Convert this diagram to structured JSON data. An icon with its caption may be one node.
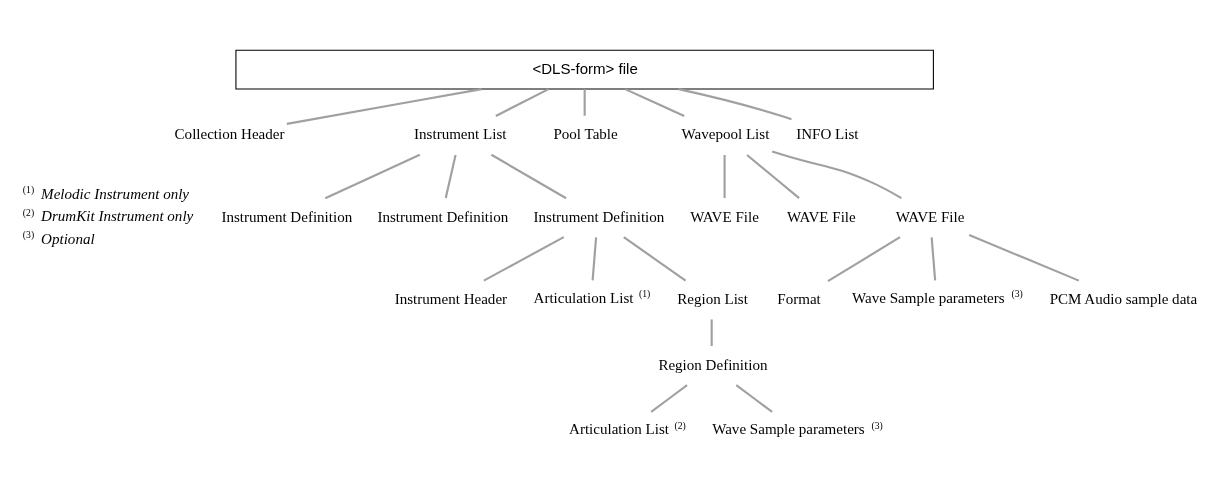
{
  "diagram": {
    "nodes": [
      {
        "text": [
          "<DLS-form> file"
        ]
      },
      {
        "text": [
          "Collection Header"
        ]
      },
      {
        "text": [
          "Instrument List"
        ]
      },
      {
        "text": [
          "Pool Table"
        ]
      },
      {
        "text": [
          "Wavepool List"
        ]
      },
      {
        "text": [
          "INFO List"
        ]
      },
      {
        "text": [
          "Instrument Definition"
        ]
      },
      {
        "text": [
          "Instrument Definition"
        ]
      },
      {
        "text": [
          "Instrument Definition"
        ]
      },
      {
        "text": [
          "Instrument Header"
        ]
      },
      {
        "text": [
          "Articulation List $^{(1)}$"
        ]
      },
      {
        "text": [
          "Region List"
        ]
      },
      {
        "text": [
          "Region Definition"
        ]
      },
      {
        "text": [
          "Articulation List $^{(2)}$"
        ]
      },
      {
        "text": [
          "Wave Sample parameters $^{(3)}$"
        ]
      },
      {
        "text": [
          "WAVE File"
        ]
      },
      {
        "text": [
          "WAVE File"
        ]
      },
      {
        "text": [
          "WAVE File"
        ]
      },
      {
        "text": [
          "Format"
        ]
      },
      {
        "text": [
          "Wave Sample parameters $^{(3)}$"
        ]
      },
      {
        "text": [
          "PCM Audio sample data"
        ]
      }
    ],
    "edges": [
      {
        "from": 0,
        "to": 1,
        "arrow": "none"
      },
      {
        "from": 0,
        "to": 2,
        "arrow": "none"
      },
      {
        "from": 0,
        "to": 3,
        "arrow": "none"
      },
      {
        "from": 0,
        "to": 4,
        "arrow": "none"
      },
      {
        "from": 0,
        "to": 5,
        "arrow": "none"
      },
      {
        "from": 2,
        "to": 6,
        "arrow": "none"
      },
      {
        "from": 2,
        "to": 7,
        "arrow": "none"
      },
      {
        "from": 2,
        "to": 8,
        "arrow": "none"
      },
      {
        "from": 8,
        "to": 9,
        "arrow": "none"
      },
      {
        "from": 8,
        "to": 10,
        "arrow": "none"
      },
      {
        "from": 8,
        "to": 11,
        "arrow": "none"
      },
      {
        "from": 11,
        "to": 12,
        "arrow": "none"
      },
      {
        "from": 12,
        "to": 13,
        "arrow": "none"
      },
      {
        "from": 12,
        "to": 14,
        "arrow": "none"
      },
      {
        "from": 4,
        "to": 15,
        "arrow": "none"
      },
      {
        "from": 4,
        "to": 16,
        "arrow": "none"
      },
      {
        "from": 4,
        "to": 17,
        "arrow": "none"
      },
      {
        "from": 17,
        "to": 18,
        "arrow": "none"
      },
      {
        "from": 17,
        "to": 19,
        "arrow": "none"
      },
      {
        "from": 17,
        "to": 20,
        "arrow": "none"
      }
    ],
    "labels": [
      "$^{(1)}$ *Melodic Instrument only*",
      "$^{(2)}$ *DrumKit Instrument only*",
      "$^{(3)}$ *Optional*"
    ]
  }
}
